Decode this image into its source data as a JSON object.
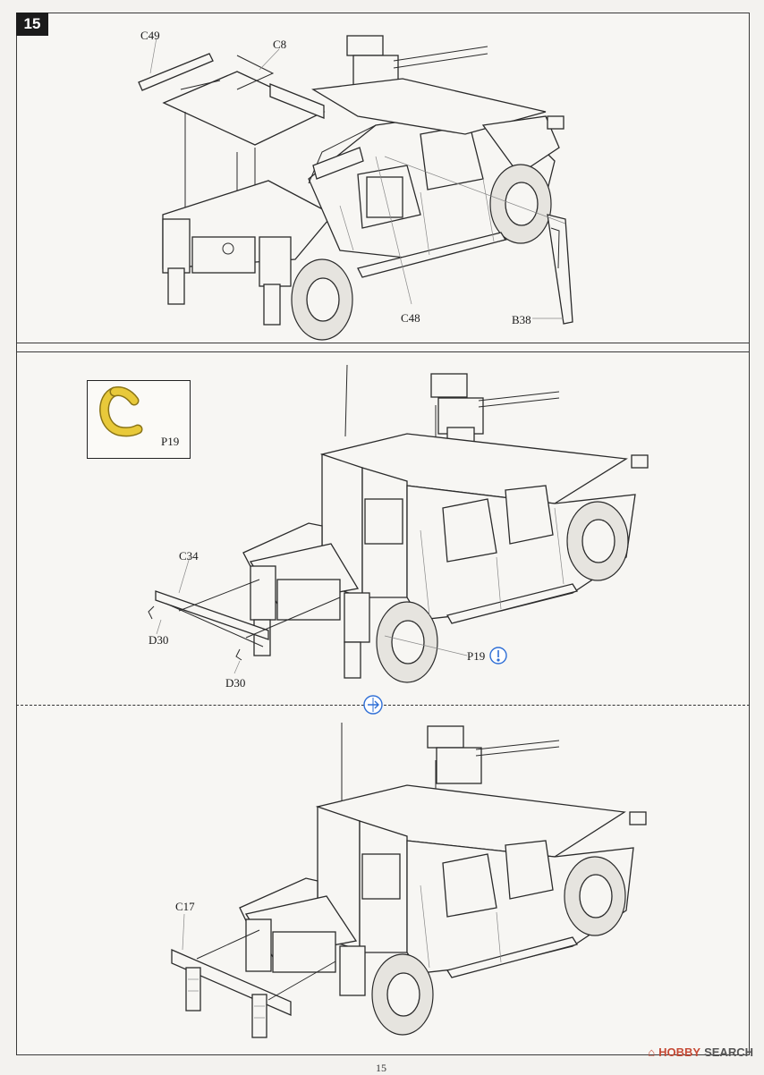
{
  "step_number": "15",
  "page_number": "15",
  "watermark": {
    "brand": "HOBBY",
    "suffix": "SEARCH"
  },
  "colors": {
    "frame": "#3a3a3a",
    "part_highlight": "#e8c93a",
    "symbol_blue": "#2f6fd6",
    "watermark": "#c64a35"
  },
  "panel1": {
    "labels": {
      "c49": "C49",
      "c8": "C8",
      "c48": "C48",
      "b38": "B38"
    }
  },
  "panel2": {
    "inset_label": "P19",
    "labels": {
      "c34": "C34",
      "d30_left": "D30",
      "d30_bottom": "D30",
      "p19": "P19"
    },
    "symbols": [
      "glue-icon",
      "align-flip-icon"
    ]
  },
  "panel3": {
    "labels": {
      "c17": "C17"
    }
  }
}
